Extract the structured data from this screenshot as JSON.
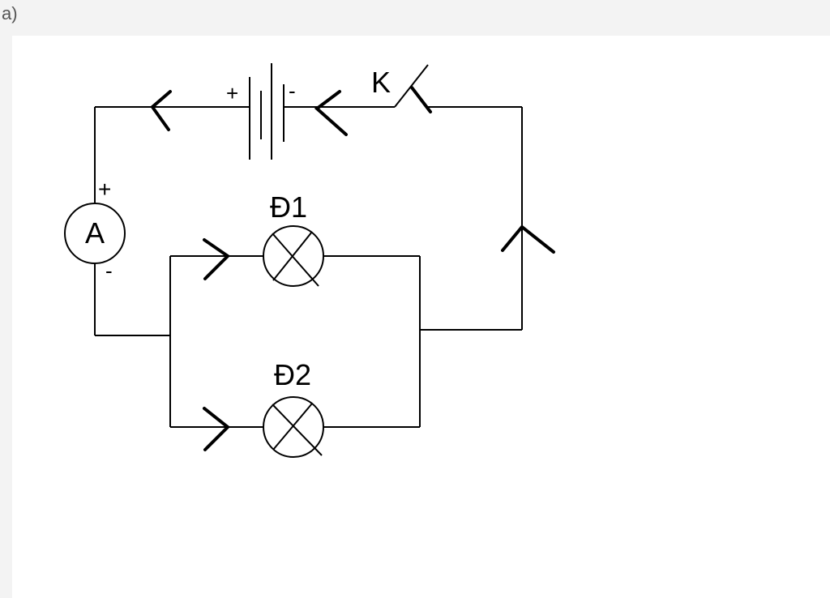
{
  "header": {
    "label": "a)"
  },
  "diagram": {
    "battery": {
      "plus_sign": "+",
      "minus_sign": "-"
    },
    "switch": {
      "label": "K"
    },
    "ammeter": {
      "symbol": "A",
      "plus_sign": "+",
      "minus_sign": "-"
    },
    "lamp1": {
      "label": "Đ1"
    },
    "lamp2": {
      "label": "Đ2"
    }
  }
}
